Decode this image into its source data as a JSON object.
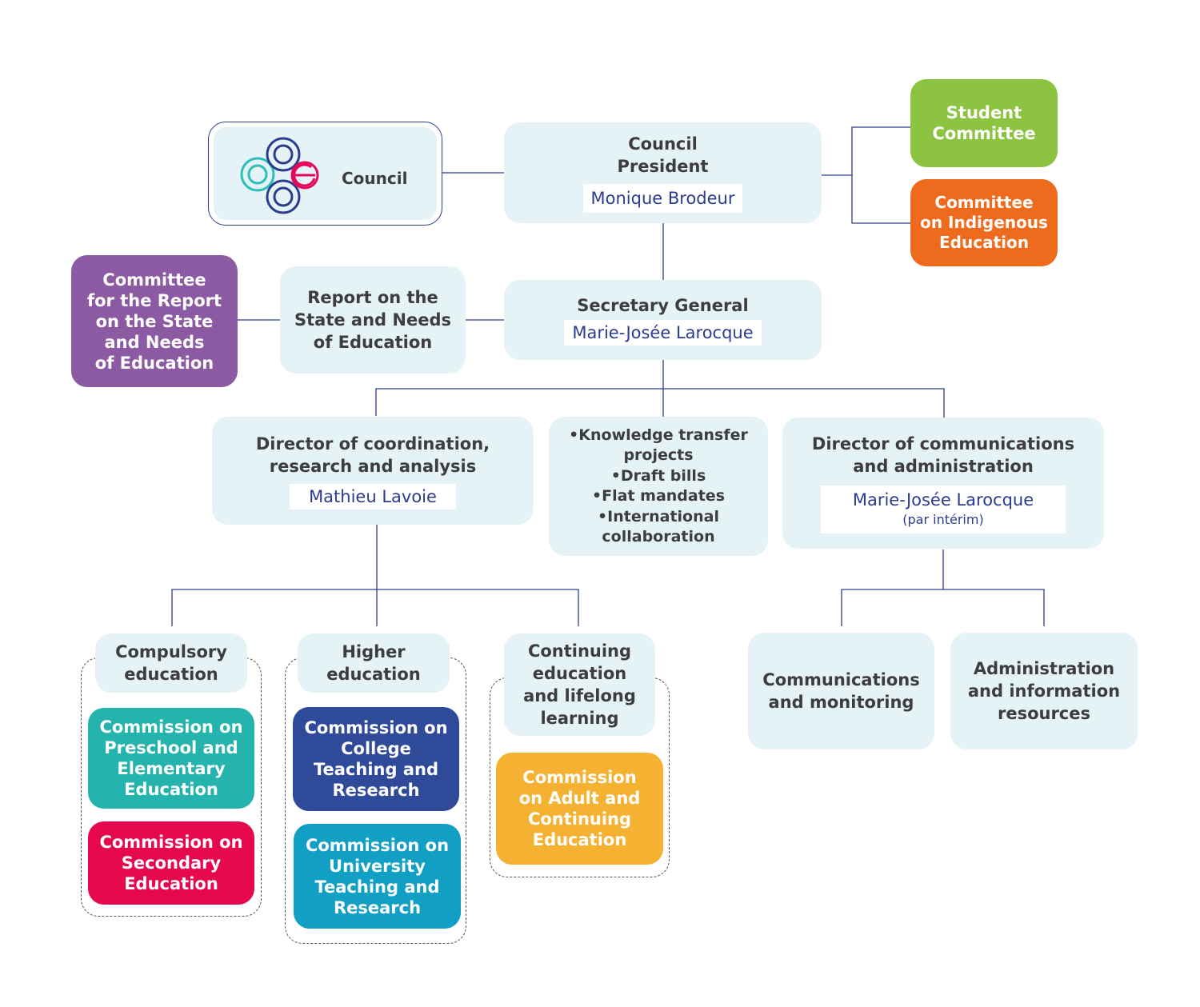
{
  "council": {
    "label": "Council",
    "logo_colors": [
      "#2b3c8f",
      "#2cbfb8",
      "#e30a5c"
    ]
  },
  "president": {
    "title": "Council\nPresident",
    "name": "Monique Brodeur"
  },
  "student_committee": {
    "label": "Student\nCommittee",
    "color": "#8cc341"
  },
  "indigenous_committee": {
    "label": "Committee\non Indigenous\nEducation",
    "color": "#ee6a1c"
  },
  "report_committee": {
    "label": "Committee\nfor the Report\non the State\nand Needs\nof Education",
    "color": "#8c5aa3"
  },
  "report": {
    "label": "Report on the\nState and Needs\nof Education"
  },
  "secretary": {
    "title": "Secretary General",
    "name": "Marie-Josée Larocque"
  },
  "director_coord": {
    "title": "Director of coordination,\nresearch and analysis",
    "name": "Mathieu Lavoie"
  },
  "projects": {
    "items": [
      "•Knowledge transfer\nprojects",
      "•Draft bills",
      "•Flat mandates",
      "•International\ncollaboration"
    ]
  },
  "director_comm": {
    "title": "Director of communications\nand administration",
    "name": "Marie-Josée Larocque",
    "note": "(par intérim)"
  },
  "compulsory": {
    "label": "Compulsory\neducation"
  },
  "higher": {
    "label": "Higher\neducation"
  },
  "continuing": {
    "label": "Continuing\neducation\nand lifelong\nlearning"
  },
  "comm_monitoring": {
    "label": "Communications\nand monitoring"
  },
  "admin_resources": {
    "label": "Administration\nand information\nresources"
  },
  "commissions": {
    "preschool": {
      "label": "Commission on\nPreschool and\nElementary\nEducation",
      "color": "#25b4ad"
    },
    "secondary": {
      "label": "Commission on\nSecondary\nEducation",
      "color": "#e6084f"
    },
    "college": {
      "label": "Commission on\nCollege\nTeaching and\nResearch",
      "color": "#2e4a99"
    },
    "university": {
      "label": "Commission on\nUniversity\nTeaching and\nResearch",
      "color": "#119fc4"
    },
    "adult": {
      "label": "Commission\non Adult and\nContinuing\nEducation",
      "color": "#f5b232"
    }
  },
  "line_color": "#2b3c8f"
}
